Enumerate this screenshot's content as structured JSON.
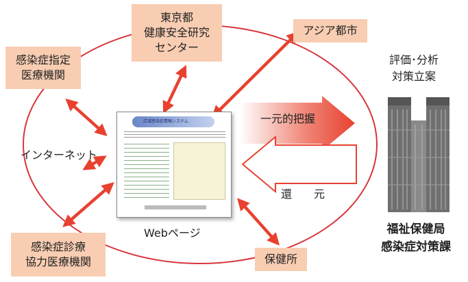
{
  "nodes": {
    "tokyo_center": [
      "東京都",
      "健康安全研究",
      "センター"
    ],
    "designated_hospitals": [
      "感染症指定",
      "医療機関"
    ],
    "asia_cities": "アジア都市",
    "internet": "インターネット",
    "web_page": "Webページ",
    "evaluation": [
      "評価･分析",
      "対策立案"
    ],
    "collaborating_hospitals": [
      "感染症診療",
      "協力医療機関"
    ],
    "health_center": "保健所",
    "bureau": [
      "福祉保健局",
      "感染症対策課"
    ]
  },
  "arrows": {
    "centralize": "一元的把握",
    "return": "還　　元"
  },
  "web_thumbnail": {
    "banner_text": "広域感染症情報システム"
  },
  "colors": {
    "box_fill": "#f8cdb2",
    "ellipse": "#d9343b",
    "arrow": "#e8412f"
  }
}
